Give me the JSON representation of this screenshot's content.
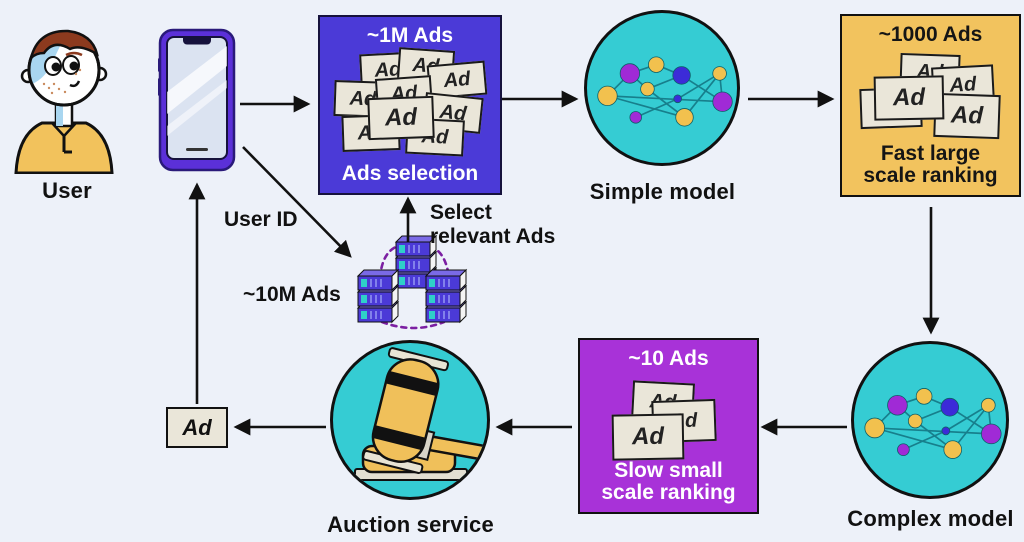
{
  "palette": {
    "background": "#edf1f9",
    "selection_box_blue": "#4b3ad7",
    "ranking_box_yellow": "#f2c35e",
    "ranking_box_purple": "#a832d8",
    "model_circle_teal": "#35ccd3",
    "ad_card_cream": "#eae6d9",
    "outline_black": "#111111",
    "node_yellow": "#f2c14e",
    "node_purple": "#a02ad6",
    "node_blue": "#3c2bd8"
  },
  "nodes": {
    "user": {
      "label": "User"
    },
    "ads_selection": {
      "count": "~1M Ads",
      "label": "Ads selection"
    },
    "simple_model": {
      "label": "Simple model"
    },
    "fast_ranking": {
      "count": "~1000 Ads",
      "label": "Fast large scale ranking"
    },
    "complex_model": {
      "label": "Complex model"
    },
    "slow_ranking": {
      "count": "~10 Ads",
      "label": "Slow small scale ranking"
    },
    "auction_service": {
      "label": "Auction service"
    },
    "ad_result": {
      "label": "Ad"
    }
  },
  "annotations": {
    "user_id": "User ID",
    "ads_pool": "~10M Ads",
    "select_relevant": "Select relevant Ads"
  },
  "ad_card": {
    "label": "Ad"
  }
}
